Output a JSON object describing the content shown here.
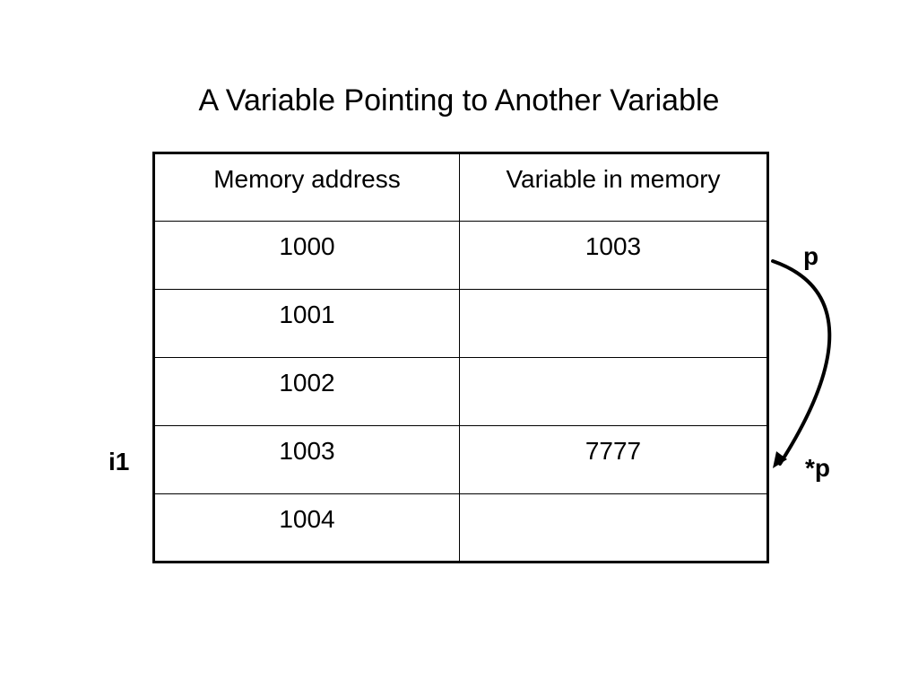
{
  "title": "A Variable Pointing to Another Variable",
  "table": {
    "headers": {
      "address": "Memory address",
      "value": "Variable in memory"
    },
    "rows": [
      {
        "address": "1000",
        "value": "1003"
      },
      {
        "address": "1001",
        "value": ""
      },
      {
        "address": "1002",
        "value": ""
      },
      {
        "address": "1003",
        "value": "7777"
      },
      {
        "address": "1004",
        "value": ""
      }
    ]
  },
  "labels": {
    "pointer": "p",
    "dereference": "*p",
    "target_variable": "i1"
  }
}
